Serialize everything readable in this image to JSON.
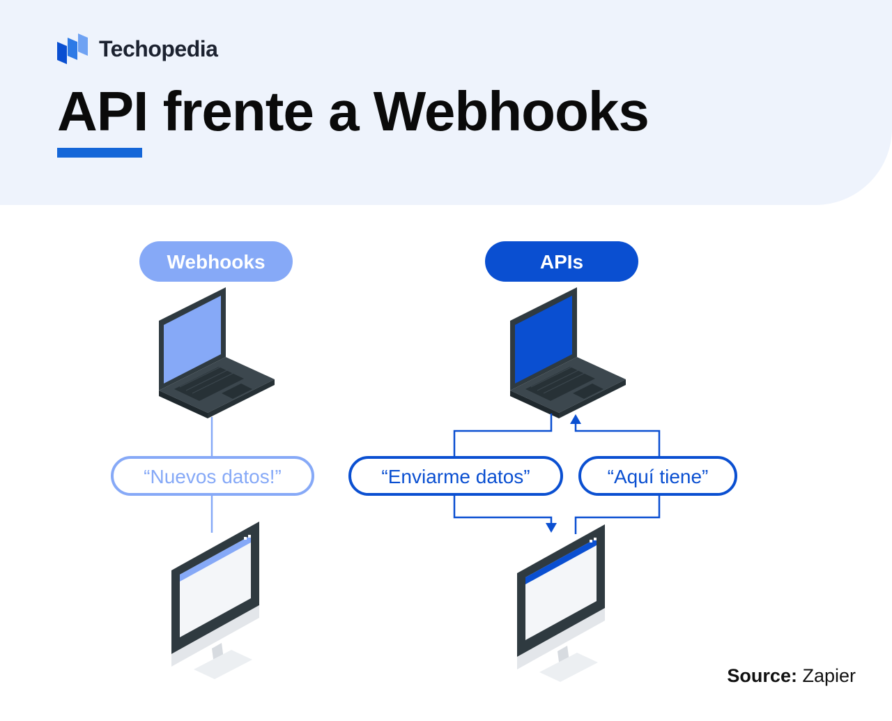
{
  "brand": {
    "name": "Techopedia",
    "logo_icon": "techopedia-logo-icon"
  },
  "title": "API frente a Webhooks",
  "colors": {
    "header_bg": "#eef3fc",
    "accent": "#1466d8",
    "webhooks_light": "#86a9f7",
    "apis_dark": "#0a4fd1",
    "device_dark": "#2f3a40"
  },
  "webhooks": {
    "label": "Webhooks",
    "message": "“Nuevos datos!”",
    "icons": [
      "laptop-icon",
      "monitor-icon"
    ]
  },
  "apis": {
    "label": "APIs",
    "request_message": "“Enviarme datos”",
    "response_message": "“Aquí tiene”",
    "icons": [
      "laptop-icon",
      "monitor-icon",
      "arrow-down-icon",
      "arrow-up-icon"
    ]
  },
  "source": {
    "label": "Source:",
    "value": "Zapier"
  }
}
